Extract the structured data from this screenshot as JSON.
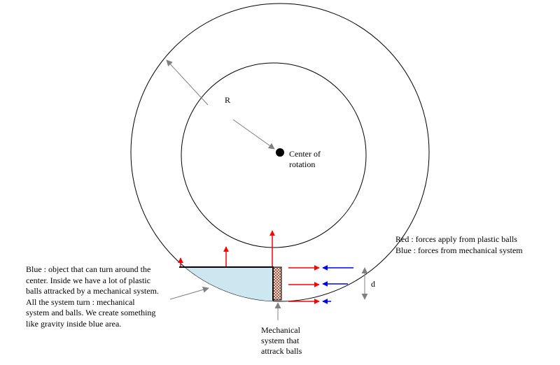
{
  "labels": {
    "radius": "R",
    "center": [
      "Center of",
      "rotation"
    ],
    "distance": "d",
    "mechanical": [
      "Mechanical",
      "system that",
      "attrack balls"
    ]
  },
  "legend": [
    "Red : forces apply from plastic balls",
    "Blue : forces from mechanical system"
  ],
  "description": [
    "Blue : object that can turn around the",
    "center. Inside we have a lot of plastic",
    "balls attracked by a mechanical system.",
    "All the system turn : mechanical",
    "system and balls. We create something",
    "like gravity inside blue area."
  ],
  "colors": {
    "force_red": "#ff0000",
    "force_blue": "#0000ff",
    "fill_blue": "#cde7f0",
    "arrow_gray": "#808080",
    "hatch_brown": "#8b3a1a"
  }
}
